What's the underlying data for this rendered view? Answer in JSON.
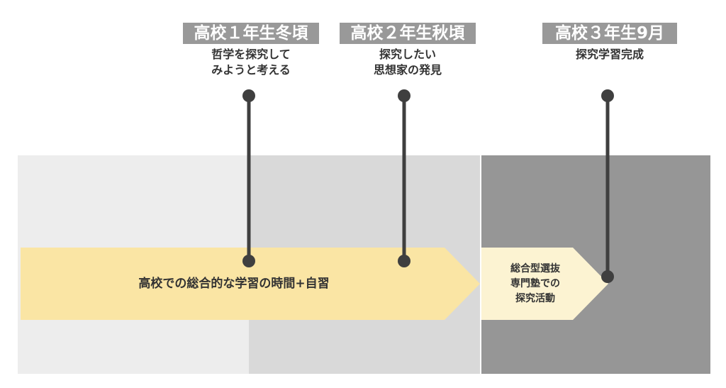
{
  "milestones": [
    {
      "title": "高校１年生冬頃",
      "lines": [
        "哲学を探究して",
        "みようと考える"
      ]
    },
    {
      "title": "高校２年生秋頃",
      "lines": [
        "探究したい",
        "思想家の発見"
      ]
    },
    {
      "title": "高校３年生9月",
      "lines": [
        "探究学習完成"
      ]
    }
  ],
  "arrows": {
    "main": {
      "label": "高校での総合的な学習の時間+自習"
    },
    "second": {
      "lines": [
        "総合型選抜",
        "専門塾での",
        "探究活動"
      ]
    }
  },
  "colors": {
    "band1": "#ededed",
    "band2": "#d9d9d9",
    "band3": "#969696",
    "arrow_main": "#fae5a4",
    "arrow_second": "#fcf3d2",
    "stem": "#3f3f3f",
    "title_bg": "#999999"
  }
}
